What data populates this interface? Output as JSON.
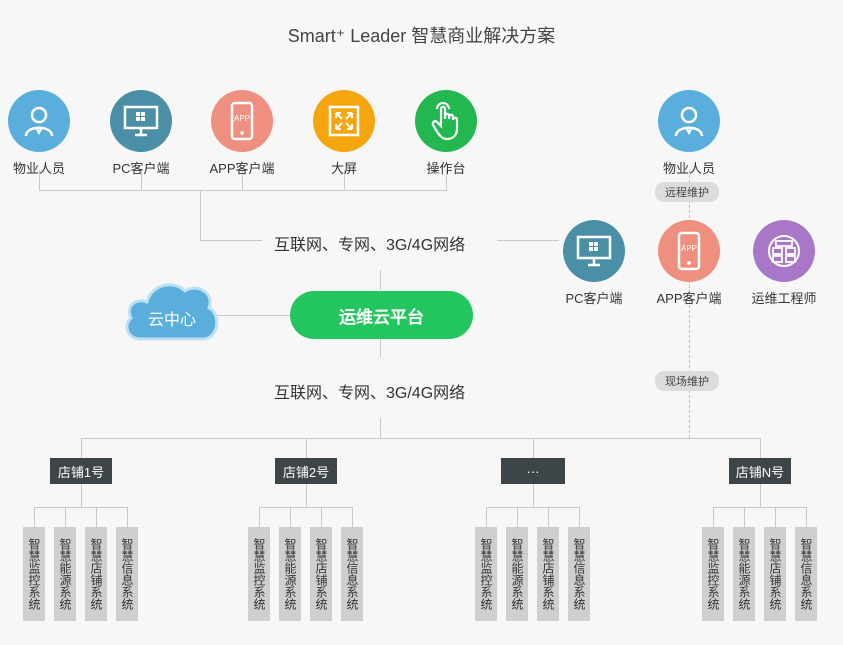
{
  "title": "Smart⁺ Leader 智慧商业解决方案",
  "top_nodes": [
    {
      "label": "物业人员",
      "icon": "person-icon",
      "color": "#5aaedc"
    },
    {
      "label": "PC客户端",
      "icon": "monitor-icon",
      "color": "#4a8fa5"
    },
    {
      "label": "APP客户端",
      "icon": "phone-app-icon",
      "color": "#ef8f7f"
    },
    {
      "label": "大屏",
      "icon": "fullscreen-icon",
      "color": "#f5a60f"
    },
    {
      "label": "操作台",
      "icon": "touch-hand-icon",
      "color": "#22b74f"
    }
  ],
  "right_top_node": {
    "label": "物业人员",
    "icon": "person-icon",
    "color": "#5aaedc"
  },
  "remote_maintenance": "远程维护",
  "onsite_maintenance": "现场维护",
  "right_nodes": [
    {
      "label": "PC客户端",
      "icon": "monitor-icon",
      "color": "#4a8fa5"
    },
    {
      "label": "APP客户端",
      "icon": "phone-app-icon",
      "color": "#ef8f7f"
    },
    {
      "label": "运维工程师",
      "icon": "engineer-icon",
      "color": "#a877c8"
    }
  ],
  "network_top": "互联网、专网、3G/4G网络",
  "network_bottom": "互联网、专网、3G/4G网络",
  "cloud": "云中心",
  "platform": "运维云平台",
  "stores": [
    {
      "label": "店铺1号",
      "systems": [
        "智慧监控系统",
        "智慧能源系统",
        "智慧店铺系统",
        "智慧信息系统"
      ]
    },
    {
      "label": "店铺2号",
      "systems": [
        "智慧监控系统",
        "智慧能源系统",
        "智慧店铺系统",
        "智慧信息系统"
      ]
    },
    {
      "label": "···",
      "systems": [
        "智慧监控系统",
        "智慧能源系统",
        "智慧店铺系统",
        "智慧信息系统"
      ]
    },
    {
      "label": "店铺N号",
      "systems": [
        "智慧监控系统",
        "智慧能源系统",
        "智慧店铺系统",
        "智慧信息系统"
      ]
    }
  ]
}
